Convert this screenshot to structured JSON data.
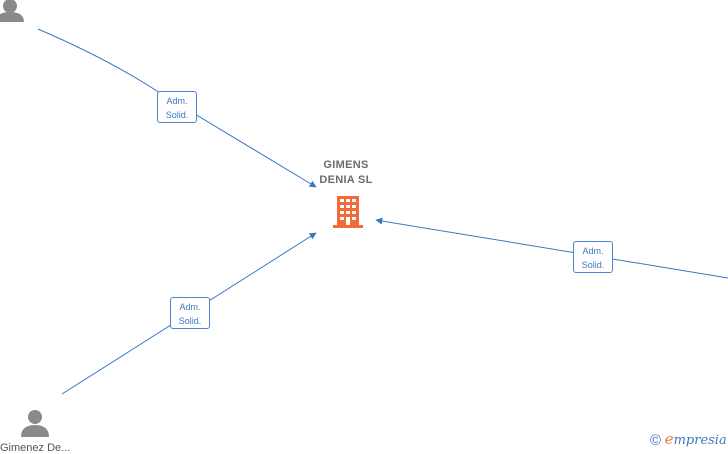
{
  "company": {
    "name_line1": "GIMENS",
    "name_line2": "DENIA  SL",
    "icon": "building-icon",
    "color": "#f26a35"
  },
  "persons": [
    {
      "icon": "person-icon",
      "name": ""
    },
    {
      "icon": "person-icon",
      "name": "Gimenez De..."
    },
    {
      "icon": "person-icon",
      "name": ""
    }
  ],
  "relations": [
    {
      "line1": "Adm.",
      "line2": "Solid."
    },
    {
      "line1": "Adm.",
      "line2": "Solid."
    },
    {
      "line1": "Adm.",
      "line2": "Solid."
    }
  ],
  "colors": {
    "edge": "#3a78c2",
    "person": "#8a8a8a"
  },
  "brand": {
    "symbol": "©",
    "initial": "e",
    "rest": "mpresia"
  }
}
